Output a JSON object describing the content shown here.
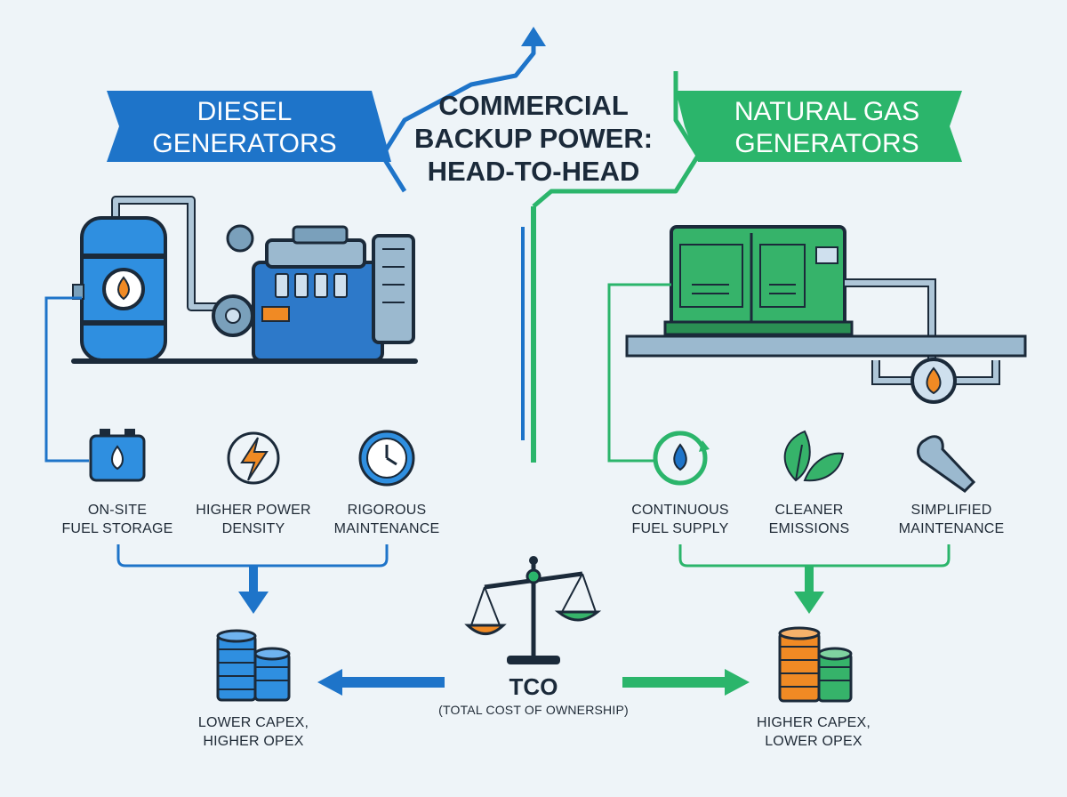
{
  "title": {
    "line1": "COMMERCIAL",
    "line2": "BACKUP POWER:",
    "line3": "HEAD-TO-HEAD"
  },
  "diesel": {
    "banner_line1": "DIESEL",
    "banner_line2": "GENERATORS",
    "features": [
      {
        "line1": "ON-SITE",
        "line2": "FUEL STORAGE",
        "icon": "fuel-tank-icon"
      },
      {
        "line1": "HIGHER POWER",
        "line2": "DENSITY",
        "icon": "lightning-icon"
      },
      {
        "line1": "RIGOROUS",
        "line2": "MAINTENANCE",
        "icon": "clock-icon"
      }
    ],
    "outcome_line1": "LOWER CAPEX,",
    "outcome_line2": "HIGHER OPEX"
  },
  "gas": {
    "banner_line1": "NATURAL GAS",
    "banner_line2": "GENERATORS",
    "features": [
      {
        "line1": "CONTINUOUS",
        "line2": "FUEL SUPPLY",
        "icon": "recycle-drop-icon"
      },
      {
        "line1": "CLEANER",
        "line2": "EMISSIONS",
        "icon": "leaf-icon"
      },
      {
        "line1": "SIMPLIFIED",
        "line2": "MAINTENANCE",
        "icon": "wrench-icon"
      }
    ],
    "outcome_line1": "HIGHER CAPEX,",
    "outcome_line2": "LOWER OPEX"
  },
  "tco": {
    "label": "TCO",
    "sub": "(TOTAL COST OF OWNERSHIP)"
  },
  "colors": {
    "diesel_blue": "#1e74c9",
    "gas_green": "#27b467",
    "dark": "#1b2a3a",
    "orange": "#f08a24"
  }
}
